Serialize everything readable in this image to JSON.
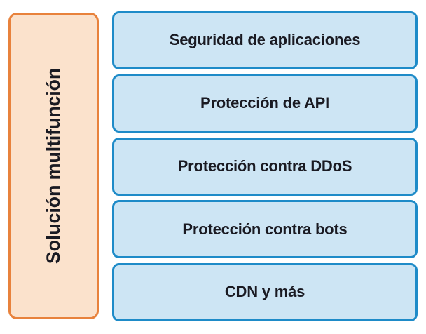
{
  "diagram": {
    "type": "grouping-diagram",
    "background_color": "#ffffff",
    "side_panel": {
      "label": "Solución multifunción",
      "fill_color": "#FBE2CC",
      "border_color": "#E8823C",
      "text_color": "#1A1A22",
      "orientation": "vertical-bottom-to-top"
    },
    "features": {
      "fill_color": "#CDE5F4",
      "border_color": "#1E8BC8",
      "text_color": "#1A1A22",
      "items": [
        {
          "label": "Seguridad de aplicaciones"
        },
        {
          "label": "Protección de API"
        },
        {
          "label": "Protección contra DDoS"
        },
        {
          "label": "Protección contra bots"
        },
        {
          "label": "CDN y más"
        }
      ]
    }
  }
}
